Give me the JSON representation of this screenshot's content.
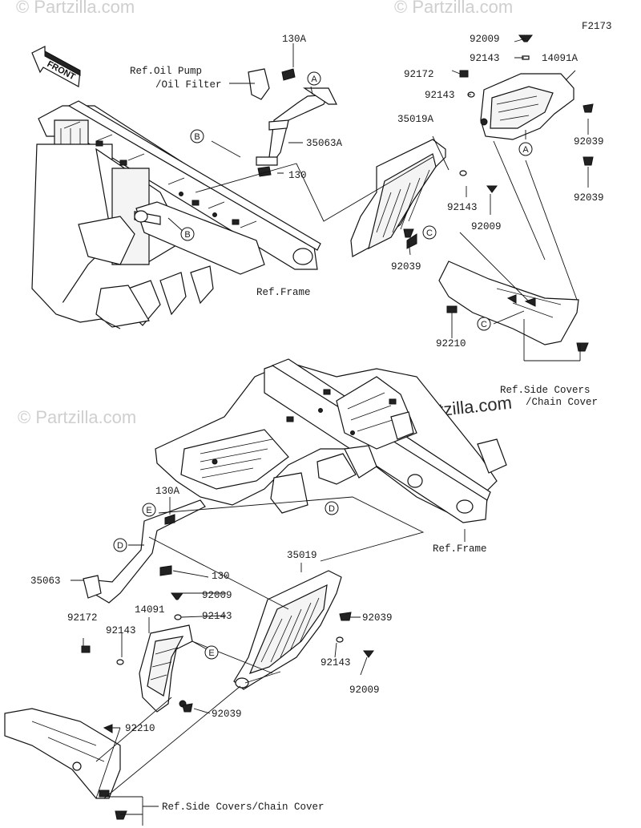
{
  "watermarks": {
    "top_left": "© Partzilla.com",
    "top_right": "© Partzilla.com",
    "mid_left": "© Partzilla.com",
    "center": "© Partzilla.com"
  },
  "diagram_code": "F2173",
  "front_arrow": "FRONT",
  "refs": {
    "oil_pump_1": "Ref.Oil Pump",
    "oil_pump_2": "/Oil Filter",
    "frame_top": "Ref.Frame",
    "frame_bottom": "Ref.Frame",
    "side_covers_top_1": "Ref.Side Covers",
    "side_covers_top_2": "/Chain Cover",
    "side_covers_bottom": "Ref.Side Covers/Chain Cover"
  },
  "callouts": {
    "A": "A",
    "B": "B",
    "C": "C",
    "D": "D",
    "E": "E"
  },
  "parts": {
    "p130A_top": "130A",
    "p35063A": "35063A",
    "p130_top": "130",
    "p35019A": "35019A",
    "p92009_t1": "92009",
    "p92143_t1": "92143",
    "p14091A": "14091A",
    "p92172_top": "92172",
    "p92143_t2": "92143",
    "p92039_t1": "92039",
    "p92039_t2": "92039",
    "p92143_t3": "92143",
    "p92009_t2": "92009",
    "p92039_t3": "92039",
    "p92210_top": "92210",
    "p130A_bot": "130A",
    "p35063": "35063",
    "p130_bot": "130",
    "p35019": "35019",
    "p92009_b1": "92009",
    "p92143_b1": "92143",
    "p14091": "14091",
    "p92172_bot": "92172",
    "p92143_b2": "92143",
    "p92039_b1": "92039",
    "p92143_b3": "92143",
    "p92009_b2": "92009",
    "p92039_b2": "92039",
    "p92210_bot": "92210"
  }
}
